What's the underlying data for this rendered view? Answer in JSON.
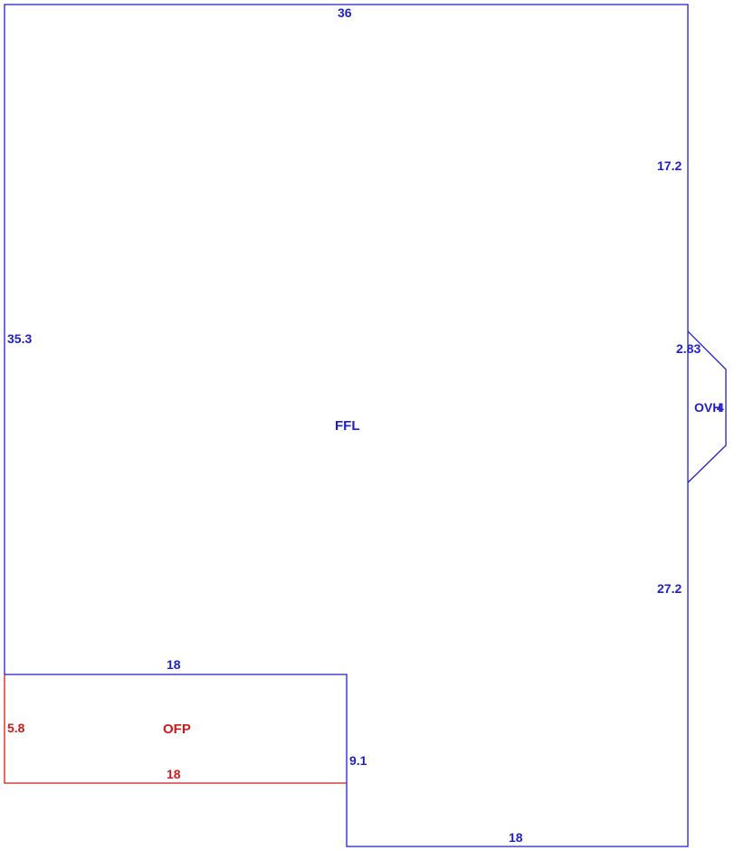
{
  "colors": {
    "main": "#1f1fc8",
    "porch": "#cc1a1a",
    "background": "#ffffff"
  },
  "areas": {
    "ffl": {
      "label": "FFL"
    },
    "ofp": {
      "label": "OFP"
    },
    "ovh": {
      "label": "OVH"
    }
  },
  "dimensions": {
    "top": "36",
    "right_upper": "17.2",
    "left": "35.3",
    "bay_width": "2.83",
    "bay_depth": "4",
    "right_lower": "27.2",
    "notch_top": "18",
    "notch_side": "9.1",
    "bottom": "18",
    "ofp_side": "5.8",
    "ofp_bottom": "18"
  }
}
